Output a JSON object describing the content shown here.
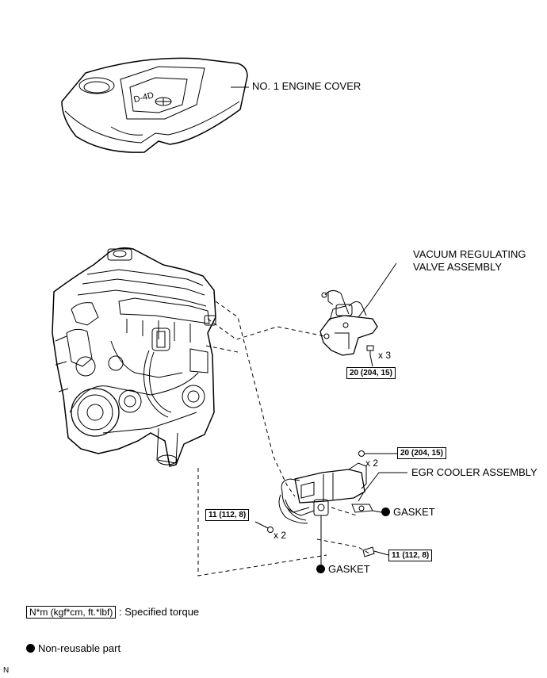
{
  "labels": {
    "engine_cover": "NO. 1 ENGINE COVER",
    "vacuum_valve_line1": "VACUUM REGULATING",
    "vacuum_valve_line2": "VALVE ASSEMBLY",
    "egr_cooler": "EGR COOLER ASSEMBLY",
    "gasket_right": "GASKET",
    "gasket_bottom": "GASKET",
    "cover_badge": "D-4D"
  },
  "torques": {
    "valve_bolts": "20 (204, 15)",
    "egr_nuts": "20 (204, 15)",
    "egr_left_nut": "11 (112, 8)",
    "egr_bottom_bolt": "11 (112, 8)"
  },
  "quantities": {
    "valve_bolts": "x 3",
    "egr_nuts": "x 2",
    "egr_left_nut": "x 2"
  },
  "legend": {
    "torque_box": "N*m (kgf*cm, ft.*lbf)",
    "torque_text": ": Specified torque",
    "nonreusable_text": "Non-reusable part"
  },
  "corner_mark": "N"
}
